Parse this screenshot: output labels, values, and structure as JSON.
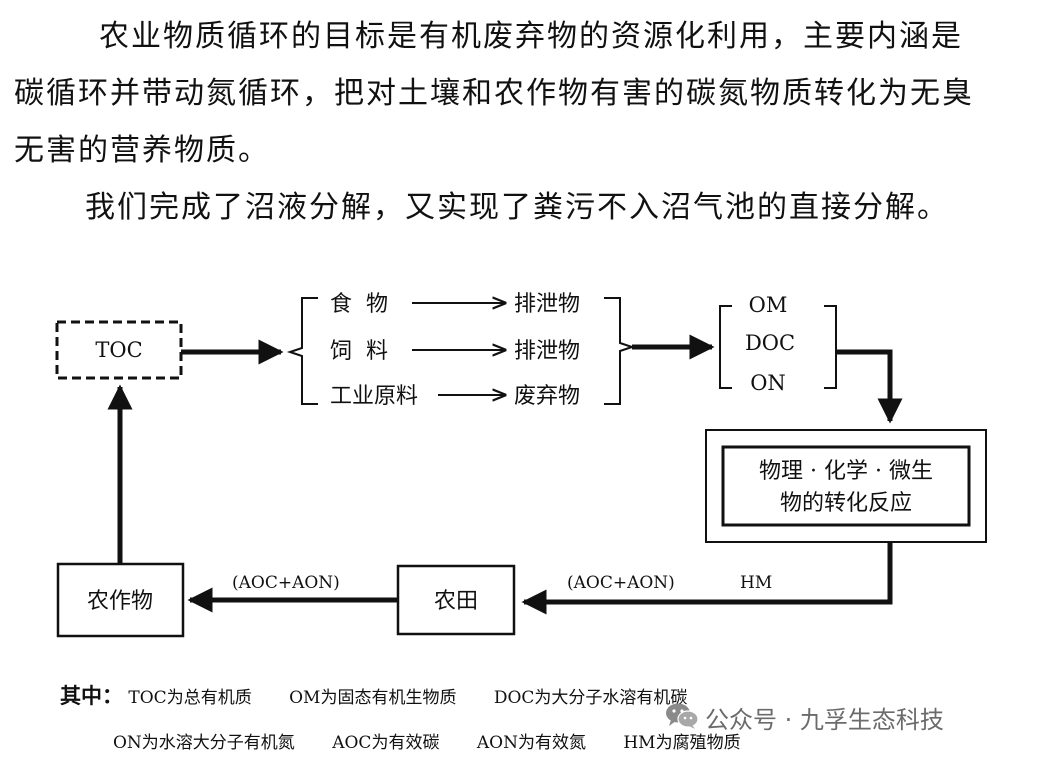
{
  "paragraphs": [
    [
      "农业物质循环的目标是有机废弃物的资源化利用，主要内涵是",
      "碳循环并带动氮循环，把对土壤和农作物有害的碳氮物质转化为无臭",
      "无害的营养物质。"
    ],
    [
      "我们完成了沼液分解，又实现了粪污不入沼气池的直接分解。"
    ]
  ],
  "diagram": {
    "toc": "TOC",
    "sources": [
      {
        "from": "食  物",
        "to": "排泄物"
      },
      {
        "from": "饲  料",
        "to": "排泄物"
      },
      {
        "from": "工业原料",
        "to": "废弃物"
      }
    ],
    "organic_forms": [
      "OM",
      "DOC",
      "ON"
    ],
    "reaction": [
      "物理 · 化学 · 微生",
      "物的转化反应"
    ],
    "hm": "HM",
    "aoc_aon_right": "(AOC+AON)",
    "aoc_aon_left": "(AOC+AON)",
    "field": "农田",
    "crop": "农作物"
  },
  "legend": {
    "title": "其中：",
    "row1": [
      "TOC为总有机质",
      "OM为固态有机生物质",
      "DOC为大分子水溶有机碳"
    ],
    "row2": [
      "ON为水溶大分子有机氮",
      "AOC为有效碳",
      "AON为有效氮",
      "HM为腐殖物质"
    ]
  },
  "watermark": {
    "text": "公众号 · 九孚生态科技",
    "icon": "wechat-icon"
  }
}
